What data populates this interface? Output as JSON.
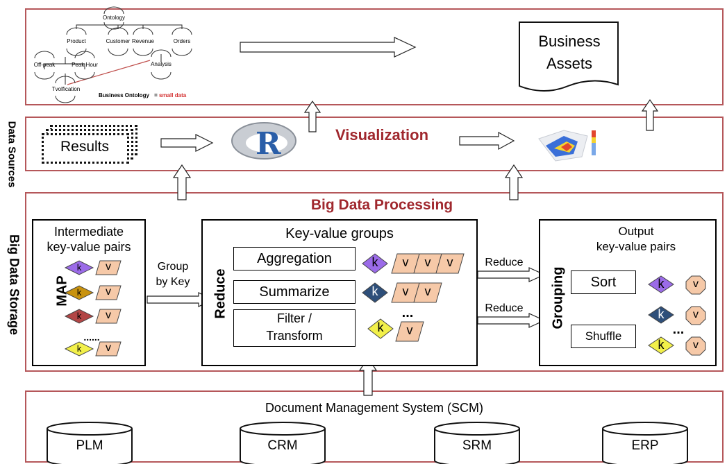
{
  "ontology": {
    "root": "Ontology",
    "level1": [
      "Product",
      "Customer",
      "Revenue",
      "Orders"
    ],
    "level2": [
      "Off-peak",
      "Peak Hour",
      "Analysis"
    ],
    "level3": "Tvolfication",
    "caption_prefix": "Business Ontology",
    "caption_eq": "=",
    "caption_suffix": "small  data"
  },
  "business_assets": "Business\nAssets",
  "data_sources": {
    "side_label": "Data Sources",
    "results": "Results",
    "r_logo_letter": "R",
    "visualization": "Visualization"
  },
  "big_data": {
    "side_label": "Big Data Storage",
    "title": "Big Data Processing",
    "map_box": {
      "title_line1": "Intermediate",
      "title_line2": "key-value pairs",
      "side": "MAP",
      "k": "k",
      "v": "v",
      "dots": "......"
    },
    "group_by_key": [
      "Group",
      "by Key"
    ],
    "reduce_box": {
      "title": "Key-value groups",
      "side": "Reduce",
      "rows": [
        "Aggregation",
        "Summarize",
        "Filter /\nTransform"
      ],
      "dots": "...",
      "k": "k",
      "v": "v"
    },
    "reduce_labels": [
      "Reduce",
      "Reduce"
    ],
    "grouping_box": {
      "title_line1": "Output",
      "title_line2": "key-value pairs",
      "side": "Grouping",
      "rows": [
        "Sort",
        "Shuffle"
      ],
      "dots": "...",
      "k": "k",
      "v": "v"
    }
  },
  "dms": {
    "title": "Document Management System (SCM)",
    "systems": [
      "PLM",
      "CRM",
      "SRM",
      "ERP"
    ]
  },
  "colors": {
    "band_border": "#b5575a",
    "title_maroon": "#a0282e",
    "k_purple": "#9b6be8",
    "k_gold": "#c8920e",
    "k_red": "#b24545",
    "k_yellow": "#f2f04a",
    "k_navy": "#2e4f7a",
    "v_fill": "#f6c9a8"
  }
}
